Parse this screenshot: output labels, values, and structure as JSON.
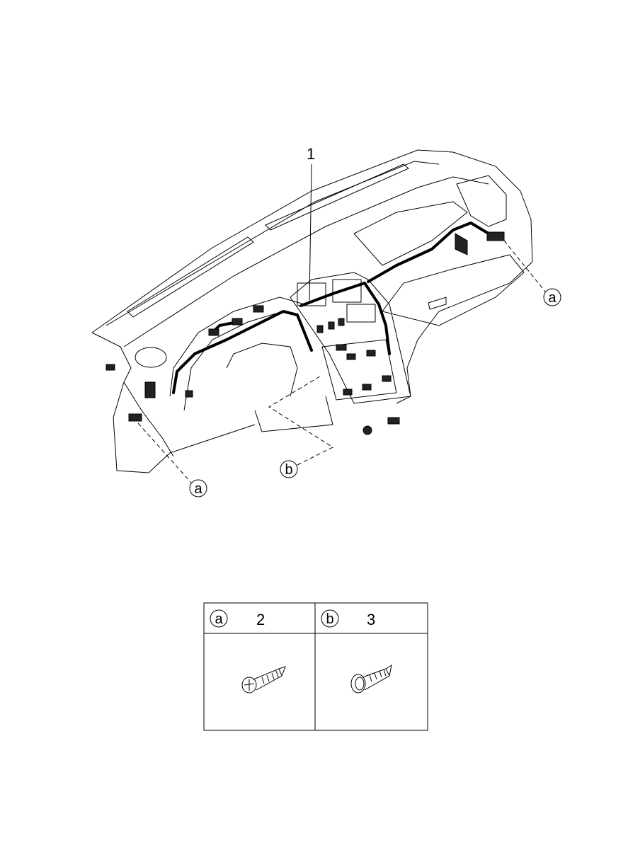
{
  "diagram": {
    "part_label": "1",
    "callouts": [
      {
        "letter": "a"
      },
      {
        "letter": "a"
      },
      {
        "letter": "b"
      }
    ]
  },
  "legend_table": {
    "columns": [
      {
        "letter": "a",
        "part_number": "2",
        "icon": "phillips-screw-icon"
      },
      {
        "letter": "b",
        "part_number": "3",
        "icon": "flange-tapping-screw-icon"
      }
    ]
  }
}
